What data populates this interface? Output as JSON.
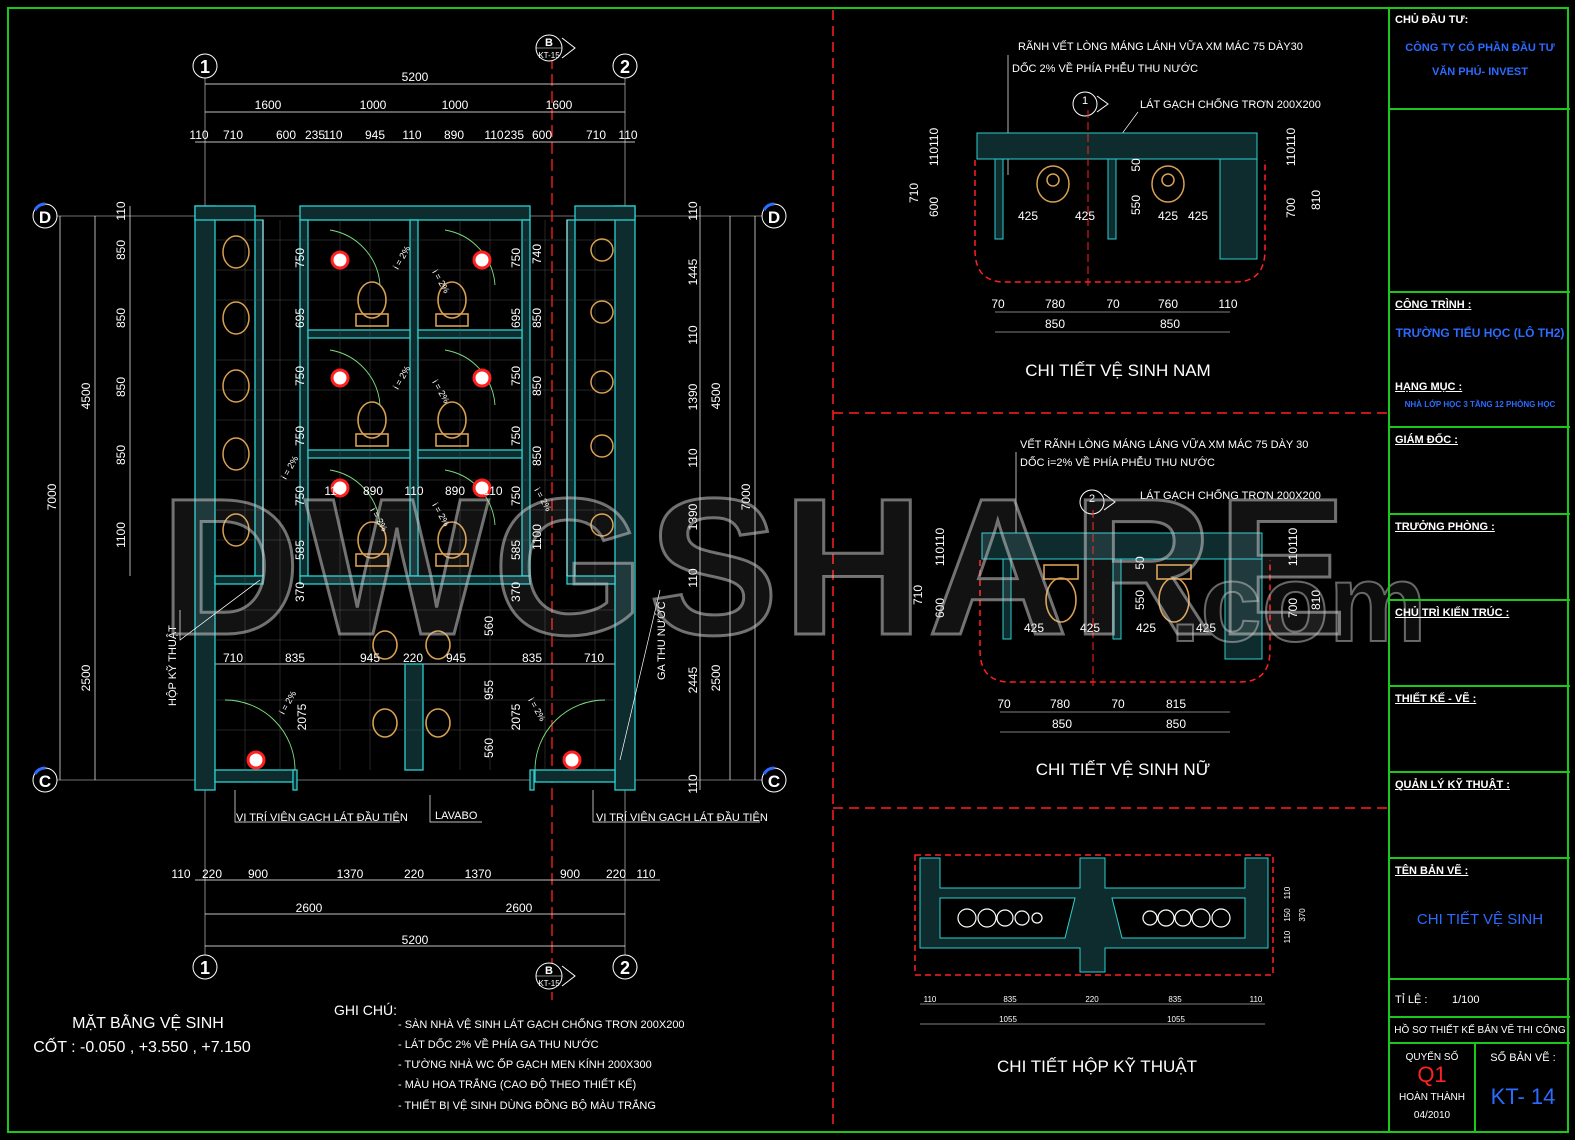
{
  "plan": {
    "grid_labels": {
      "one": "1",
      "two": "2",
      "d": "D",
      "c": "C",
      "b": "B",
      "b_ref": "KT-15"
    },
    "top_dims_total": "5200",
    "top_dims_mid": [
      "1600",
      "1000",
      "1000",
      "1600"
    ],
    "top_dims_small": [
      "110",
      "710",
      "600",
      "235",
      "110",
      "945",
      "110",
      "890",
      "110",
      "235",
      "600",
      "710",
      "110"
    ],
    "left_dims": [
      "110",
      "850",
      "850",
      "850",
      "850",
      "1100",
      "4500",
      "7000",
      "2500"
    ],
    "inner_left_dims": [
      "750",
      "695",
      "750",
      "750",
      "750",
      "585",
      "370"
    ],
    "inner_right_dims": [
      "750",
      "740",
      "695",
      "850",
      "750",
      "850",
      "750",
      "850",
      "750",
      "1100",
      "585",
      "370",
      "560",
      "955",
      "2075",
      "560",
      "2075"
    ],
    "right_dims": [
      "110",
      "1445",
      "110",
      "1390",
      "110",
      "1390",
      "110",
      "2445",
      "2500",
      "110",
      "4500",
      "7000"
    ],
    "mid_row_dims": [
      "110",
      "890",
      "110",
      "890",
      "110"
    ],
    "low_row_dims": [
      "710",
      "835",
      "945",
      "220",
      "945",
      "835",
      "710"
    ],
    "bottom_dims_small": [
      "110",
      "220",
      "900",
      "1370",
      "220",
      "1370",
      "900",
      "220",
      "110"
    ],
    "bottom_dims_mid": [
      "2600",
      "2600"
    ],
    "bottom_dims_total": "5200",
    "slope": "i = 2%",
    "callouts": {
      "hop_ky_thuat": "HỘP KỸ THUẬT",
      "ga_thu_nuoc": "GA THU NƯỚC",
      "vi_tri_left": "VỊ TRÍ VIÊN GẠCH LÁT ĐẦU TIÊN",
      "lavabo": "LAVABO",
      "vi_tri_right": "VỊ TRÍ VIÊN GẠCH LÁT ĐẦU TIÊN"
    },
    "title": "MẶT BẰNG VỆ SINH",
    "levels": "CỐT : -0.050 , +3.550 , +7.150",
    "notes_title": "GHI CHÚ:",
    "notes": [
      "- SÀN NHÀ VỆ SINH LÁT GẠCH CHỐNG TRƠN 200X200",
      "- LÁT DỐC 2% VỀ PHÍA GA THU NƯỚC",
      "- TƯỜNG NHÀ WC ỐP GẠCH MEN KÍNH 200X300",
      "- MÀU HOA TRẮNG (CAO ĐỘ THEO THIẾT KẾ)",
      "- THIẾT BỊ VỆ SINH DÙNG ĐỒNG BỘ MÀU TRẮNG"
    ]
  },
  "detail_nam": {
    "note1": "RÃNH VẾT LÒNG MÁNG LÁNH VỮA XM MÁC 75 DÀY30",
    "note2": "DỐC 2% VỀ PHÍA PHỄU THU NƯỚC",
    "note3": "LÁT GẠCH CHỐNG TRƠN 200X200",
    "section_no": "1",
    "dims_left": [
      "110110",
      "710",
      "600"
    ],
    "dims_right": [
      "110110",
      "700",
      "810"
    ],
    "dims_inner": [
      "425",
      "425",
      "550",
      "425",
      "425",
      "50"
    ],
    "dims_bottom": [
      "70",
      "780",
      "70",
      "760",
      "110"
    ],
    "dims_bottom2": [
      "850",
      "850"
    ],
    "title": "CHI TIẾT VỆ SINH NAM"
  },
  "detail_nu": {
    "note1": "VẾT RÃNH LÒNG MÁNG LÁNG VỮA XM  MÁC 75 DÀY 30",
    "note2": "DỐC i=2% VỀ PHÍA PHỄU THU NƯỚC",
    "note3": "LÁT GẠCH CHỐNG TRƠN 200X200",
    "section_no": "2",
    "dims_left": [
      "110110",
      "710",
      "600"
    ],
    "dims_right": [
      "110110",
      "700",
      "810"
    ],
    "dims_inner": [
      "425",
      "425",
      "550",
      "425",
      "425",
      "50"
    ],
    "dims_bottom": [
      "70",
      "780",
      "70",
      "815"
    ],
    "dims_bottom2": [
      "850",
      "850"
    ],
    "title": "CHI TIẾT VỆ SINH NỮ"
  },
  "detail_hop": {
    "dims_bottom": [
      "110",
      "835",
      "220",
      "835",
      "110"
    ],
    "dims_bottom2": [
      "1055",
      "1055"
    ],
    "dims_right": [
      "110",
      "150",
      "110",
      "370"
    ],
    "title": "CHI TIẾT HỘP KỸ THUẬT"
  },
  "title_block": {
    "chu_dau_tu_label": "CHỦ ĐẦU TƯ:",
    "chu_dau_tu_line1": "CÔNG TY CỔ PHẦN ĐẦU TƯ",
    "chu_dau_tu_line2": "VĂN PHÚ- INVEST",
    "cong_trinh_label": "CÔNG TRÌNH :",
    "cong_trinh": "TRƯỜNG TIỂU HỌC (LÔ TH2)",
    "hang_muc_label": "HẠNG MỤC :",
    "hang_muc": "NHÀ LỚP HỌC 3 TẦNG 12 PHÒNG HỌC",
    "giam_doc": "GIÁM ĐỐC :",
    "truong_phong": "TRƯỞNG PHÒNG :",
    "chu_tri": "CHỦ TRÌ KIẾN TRÚC :",
    "thiet_ke": "THIẾT KẾ - VẼ :",
    "quan_ly": "QUẢN LÝ KỸ THUẬT :",
    "ten_ban_ve_label": "TÊN BẢN VẼ :",
    "ten_ban_ve": "CHI TIẾT VỆ SINH",
    "ti_le_label": "TỈ LỆ :",
    "ti_le": "1/100",
    "ho_so": "HỒ SƠ THIẾT KẾ BẢN VẼ THI CÔNG",
    "quyen_so_label": "QUYỂN SỐ",
    "quyen_so": "Q1",
    "so_ban_ve_label": "SỐ BẢN VẼ :",
    "so_ban_ve": "KT- 14",
    "hoan_thanh_label": "HOÀN THÀNH",
    "hoan_thanh": "04/2010"
  },
  "watermark": {
    "main": "DWGSHARE",
    "suffix": ".com"
  },
  "colors": {
    "frame": "#19c819",
    "wall": "#2bd0d0",
    "red": "#ff2020",
    "blue": "#2b6bff",
    "fixture": "#d9a050"
  }
}
